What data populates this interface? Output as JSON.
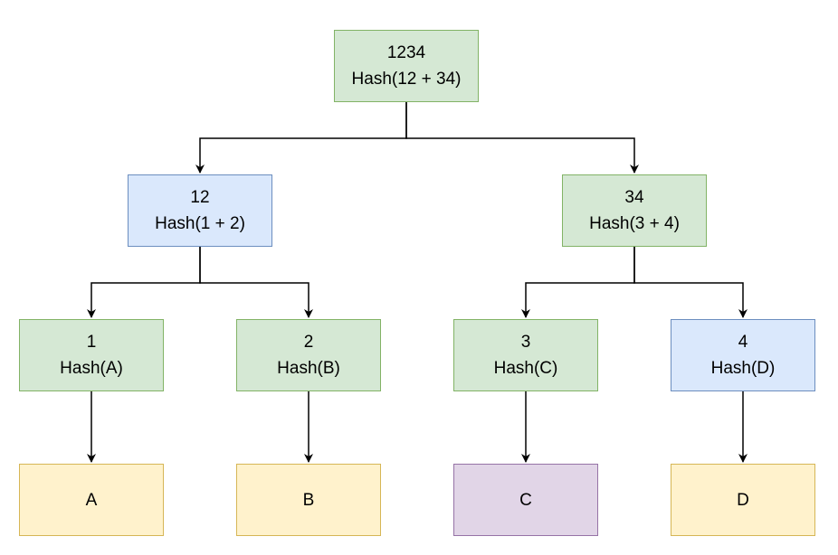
{
  "nodes": {
    "root": {
      "id": "1234",
      "hash": "Hash(12 + 34)"
    },
    "n12": {
      "id": "12",
      "hash": "Hash(1 + 2)"
    },
    "n34": {
      "id": "34",
      "hash": "Hash(3 + 4)"
    },
    "n1": {
      "id": "1",
      "hash": "Hash(A)"
    },
    "n2": {
      "id": "2",
      "hash": "Hash(B)"
    },
    "n3": {
      "id": "3",
      "hash": "Hash(C)"
    },
    "n4": {
      "id": "4",
      "hash": "Hash(D)"
    },
    "leafA": {
      "label": "A"
    },
    "leafB": {
      "label": "B"
    },
    "leafC": {
      "label": "C"
    },
    "leafD": {
      "label": "D"
    }
  },
  "colors": {
    "green_fill": "#d5e8d4",
    "green_border": "#82b366",
    "blue_fill": "#dae8fc",
    "blue_border": "#6c8ebf",
    "yellow_fill": "#fff2cc",
    "yellow_border": "#d6b656",
    "purple_fill": "#e1d5e7",
    "purple_border": "#9673a6",
    "edge": "#000000"
  }
}
